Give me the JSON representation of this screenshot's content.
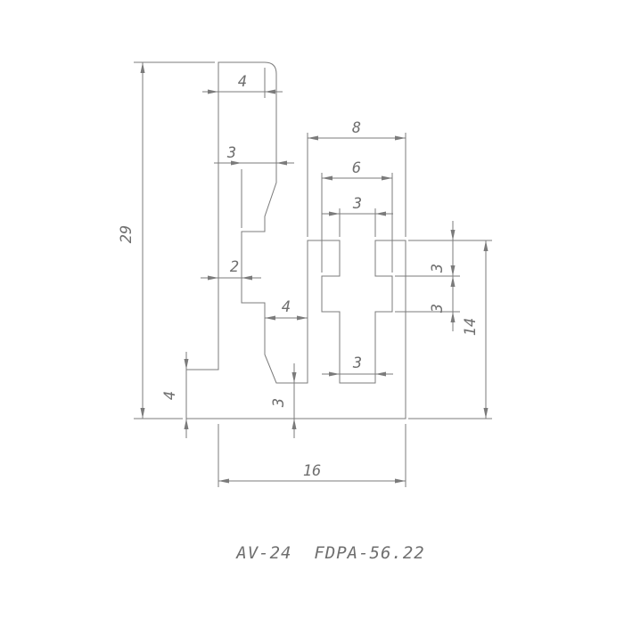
{
  "title": "AV-24  FDPA-56.22",
  "colors": {
    "line": "#7b7b7b",
    "text": "#6f6f6f",
    "background": "#ffffff"
  },
  "dimensions": {
    "height_total": "29",
    "top_width": "4",
    "upper_offset": "3",
    "groove_width": "2",
    "gap_width": "4",
    "block_width": "8",
    "slot_width": "6",
    "slot_neck_top": "3",
    "arm_top_offset": "3",
    "arm_height": "3",
    "slot_height": "14",
    "slot_neck_bottom": "3",
    "base_thickness": "3",
    "foot_height": "4",
    "width_total": "16"
  }
}
